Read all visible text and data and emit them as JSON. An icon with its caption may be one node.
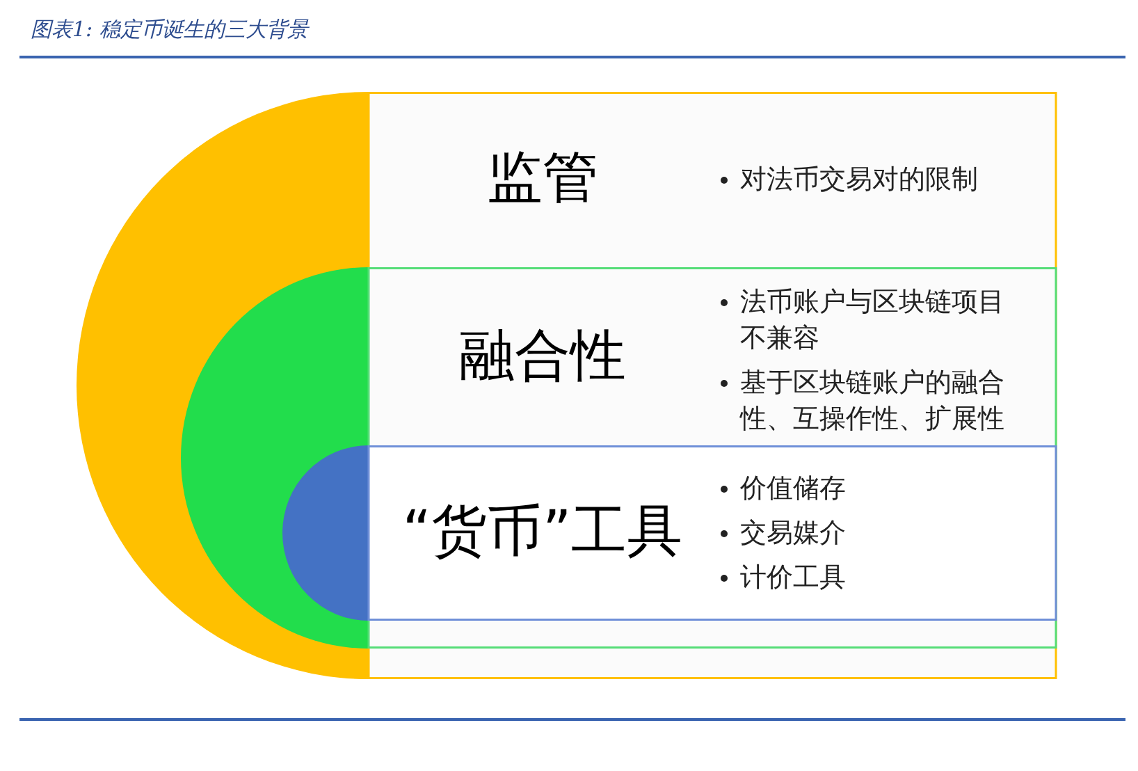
{
  "diagram": {
    "title": "图表1: 稳定币诞生的三大背景",
    "nodes": [
      {
        "text": [
          "监管",
          "对法币交易对的限制"
        ]
      },
      {
        "text": [
          "融合性",
          "法币账户与区块链项目不兼容",
          "基于区块链账户的融合性、互操作性、扩展性"
        ],
        "in": 0
      },
      {
        "text": [
          "“货币”工具",
          "价值储存",
          "交易媒介",
          "计价工具"
        ],
        "in": 1
      }
    ]
  }
}
